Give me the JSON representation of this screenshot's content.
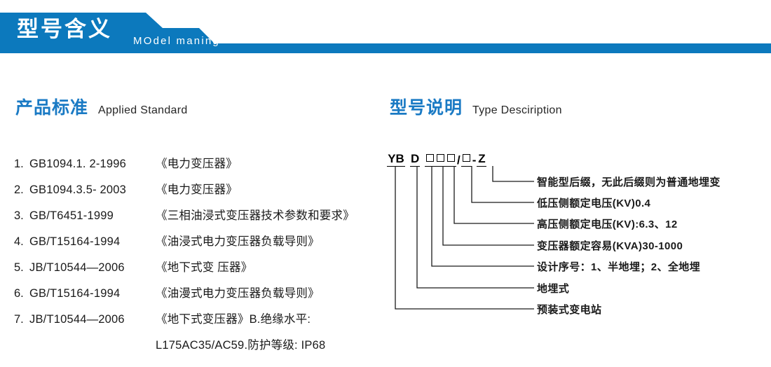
{
  "banner": {
    "title": "型号含义",
    "subtitle": "MOdel maning",
    "color": "#0c79bd"
  },
  "sections": {
    "standard": {
      "cn": "产品标准",
      "en": "Applied Standard"
    },
    "type": {
      "cn": "型号说明",
      "en": "Type Desciription"
    }
  },
  "theme": {
    "heading_blue": "#1a7ac4",
    "text_black": "#1a1a1a"
  },
  "standards": {
    "items": [
      {
        "num": "1.",
        "code": "GB1094.1. 2-1996",
        "name": "《电力变压器》"
      },
      {
        "num": "2.",
        "code": "GB1094.3.5- 2003",
        "name": "《电力变压器》"
      },
      {
        "num": "3.",
        "code": "GB/T6451-1999",
        "name": "《三相油浸式变压器技术参数和要求》"
      },
      {
        "num": "4.",
        "code": "GB/T15164-1994",
        "name": "《油浸式电力变压器负载导则》"
      },
      {
        "num": "5.",
        "code": "JB/T10544—2006",
        "name": "《地下式变 压器》"
      },
      {
        "num": "6.",
        "code": "GB/T15164-1994",
        "name": "《油漫式电力变压器负载导则》"
      },
      {
        "num": "7.",
        "code": "JB/T10544—2006",
        "name": "《地下式变压器》B.绝缘水平:"
      }
    ],
    "continuation": "L175AC35/AC59.防护等级: IP68"
  },
  "typecode": {
    "segments": [
      {
        "kind": "text",
        "value": "YB"
      },
      {
        "kind": "text",
        "value": "D"
      },
      {
        "kind": "box",
        "value": "□"
      },
      {
        "kind": "box",
        "value": "□"
      },
      {
        "kind": "box",
        "value": "□"
      },
      {
        "kind": "sep",
        "value": "/"
      },
      {
        "kind": "box",
        "value": "□"
      },
      {
        "kind": "sep",
        "value": "-"
      },
      {
        "kind": "text",
        "value": "Z"
      }
    ],
    "code_string": "YB D □□□/□ - Z",
    "labels": [
      {
        "id": "smart",
        "text": "智能型后缀，无此后缀则为普通地埋变"
      },
      {
        "id": "lv",
        "text": "低压侧额定电压(KV)0.4"
      },
      {
        "id": "hv",
        "text": "高压侧额定电压(KV):6.3、12"
      },
      {
        "id": "capacity",
        "text": "变压器额定容易(KVA)30-1000"
      },
      {
        "id": "design",
        "text": "设计序号：1、半地埋；2、全地埋"
      },
      {
        "id": "buried",
        "text": "地埋式"
      },
      {
        "id": "substation",
        "text": "预装式变电站"
      }
    ]
  }
}
